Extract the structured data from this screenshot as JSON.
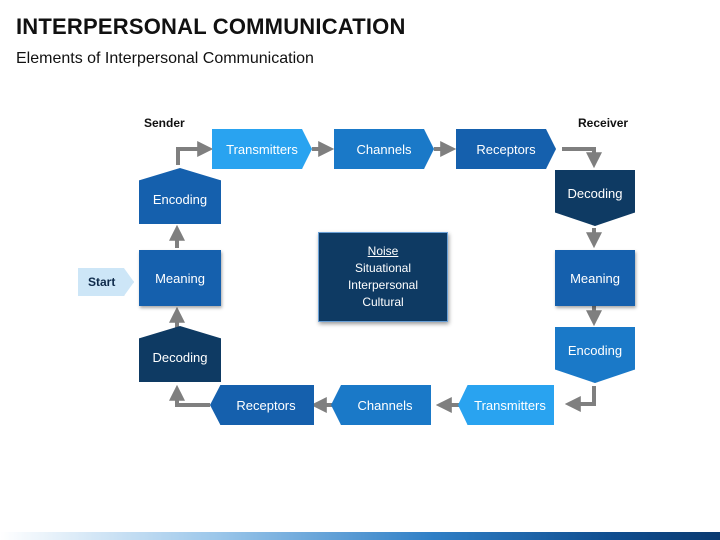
{
  "header": {
    "title": "INTERPERSONAL COMMUNICATION",
    "subtitle": "Elements of Interpersonal Communication"
  },
  "labels": {
    "sender": "Sender",
    "receiver": "Receiver",
    "start": "Start"
  },
  "top_row": {
    "transmitters": "Transmitters",
    "channels": "Channels",
    "receptors": "Receptors"
  },
  "sender": {
    "encoding": "Encoding",
    "meaning": "Meaning",
    "decoding": "Decoding"
  },
  "receiver": {
    "decoding": "Decoding",
    "meaning": "Meaning",
    "encoding": "Encoding"
  },
  "bottom_row": {
    "transmitters": "Transmitters",
    "channels": "Channels",
    "receptors": "Receptors"
  },
  "noise": {
    "title": "Noise",
    "items": [
      "Situational",
      "Interpersonal",
      "Cultural"
    ]
  },
  "colors": {
    "light_blue": "#29a3f0",
    "mid_blue": "#1a79c8",
    "blue": "#1560ad",
    "dark_blue": "#0e3a63",
    "arrow_gray": "#7f7f7f"
  }
}
